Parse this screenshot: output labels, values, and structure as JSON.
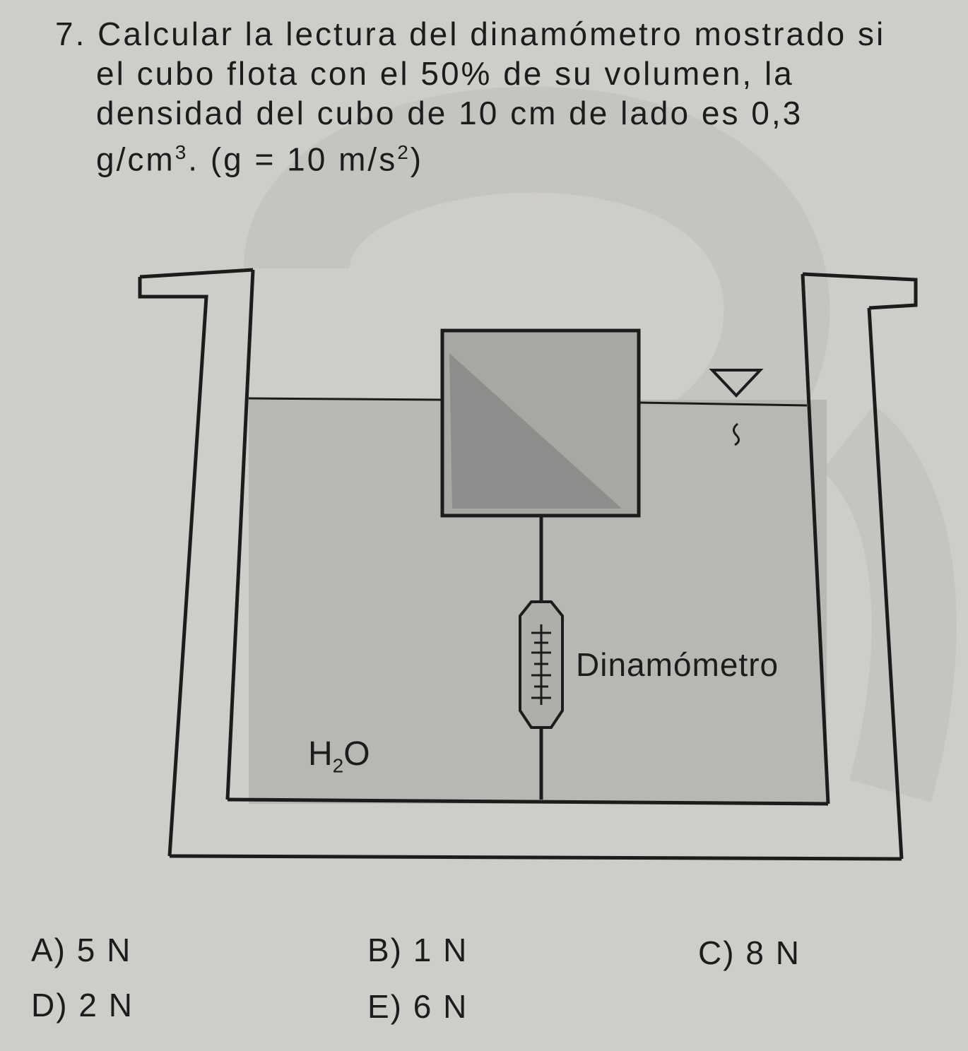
{
  "problem": {
    "number": "7.",
    "line1": "Calcular la lectura del dinamómetro mostrado si",
    "line2": "el cubo flota con el 50% de su volumen, la",
    "line3": "densidad del cubo de 10 cm de lado es 0,3",
    "unit_g": "g/cm",
    "unit_exp": "3",
    "gravity_pre": ". (g = 10 m/s",
    "gravity_exp": "2",
    "gravity_post": ")"
  },
  "diagram": {
    "dynamometer_label": "Dinamómetro",
    "water_symbol": "H",
    "water_sub": "2",
    "water_o": "O"
  },
  "options": [
    {
      "letter": "A)",
      "value": "5 N"
    },
    {
      "letter": "B)",
      "value": "1 N"
    },
    {
      "letter": "C)",
      "value": "8 N"
    },
    {
      "letter": "D)",
      "value": "2 N"
    },
    {
      "letter": "E)",
      "value": "6 N"
    }
  ],
  "colors": {
    "paper": "#cfcdca",
    "water": "#b9b7b4",
    "cube": "#a9a7a4",
    "cube_shade": "#8f8d8b",
    "ink": "#1c1c1c"
  }
}
